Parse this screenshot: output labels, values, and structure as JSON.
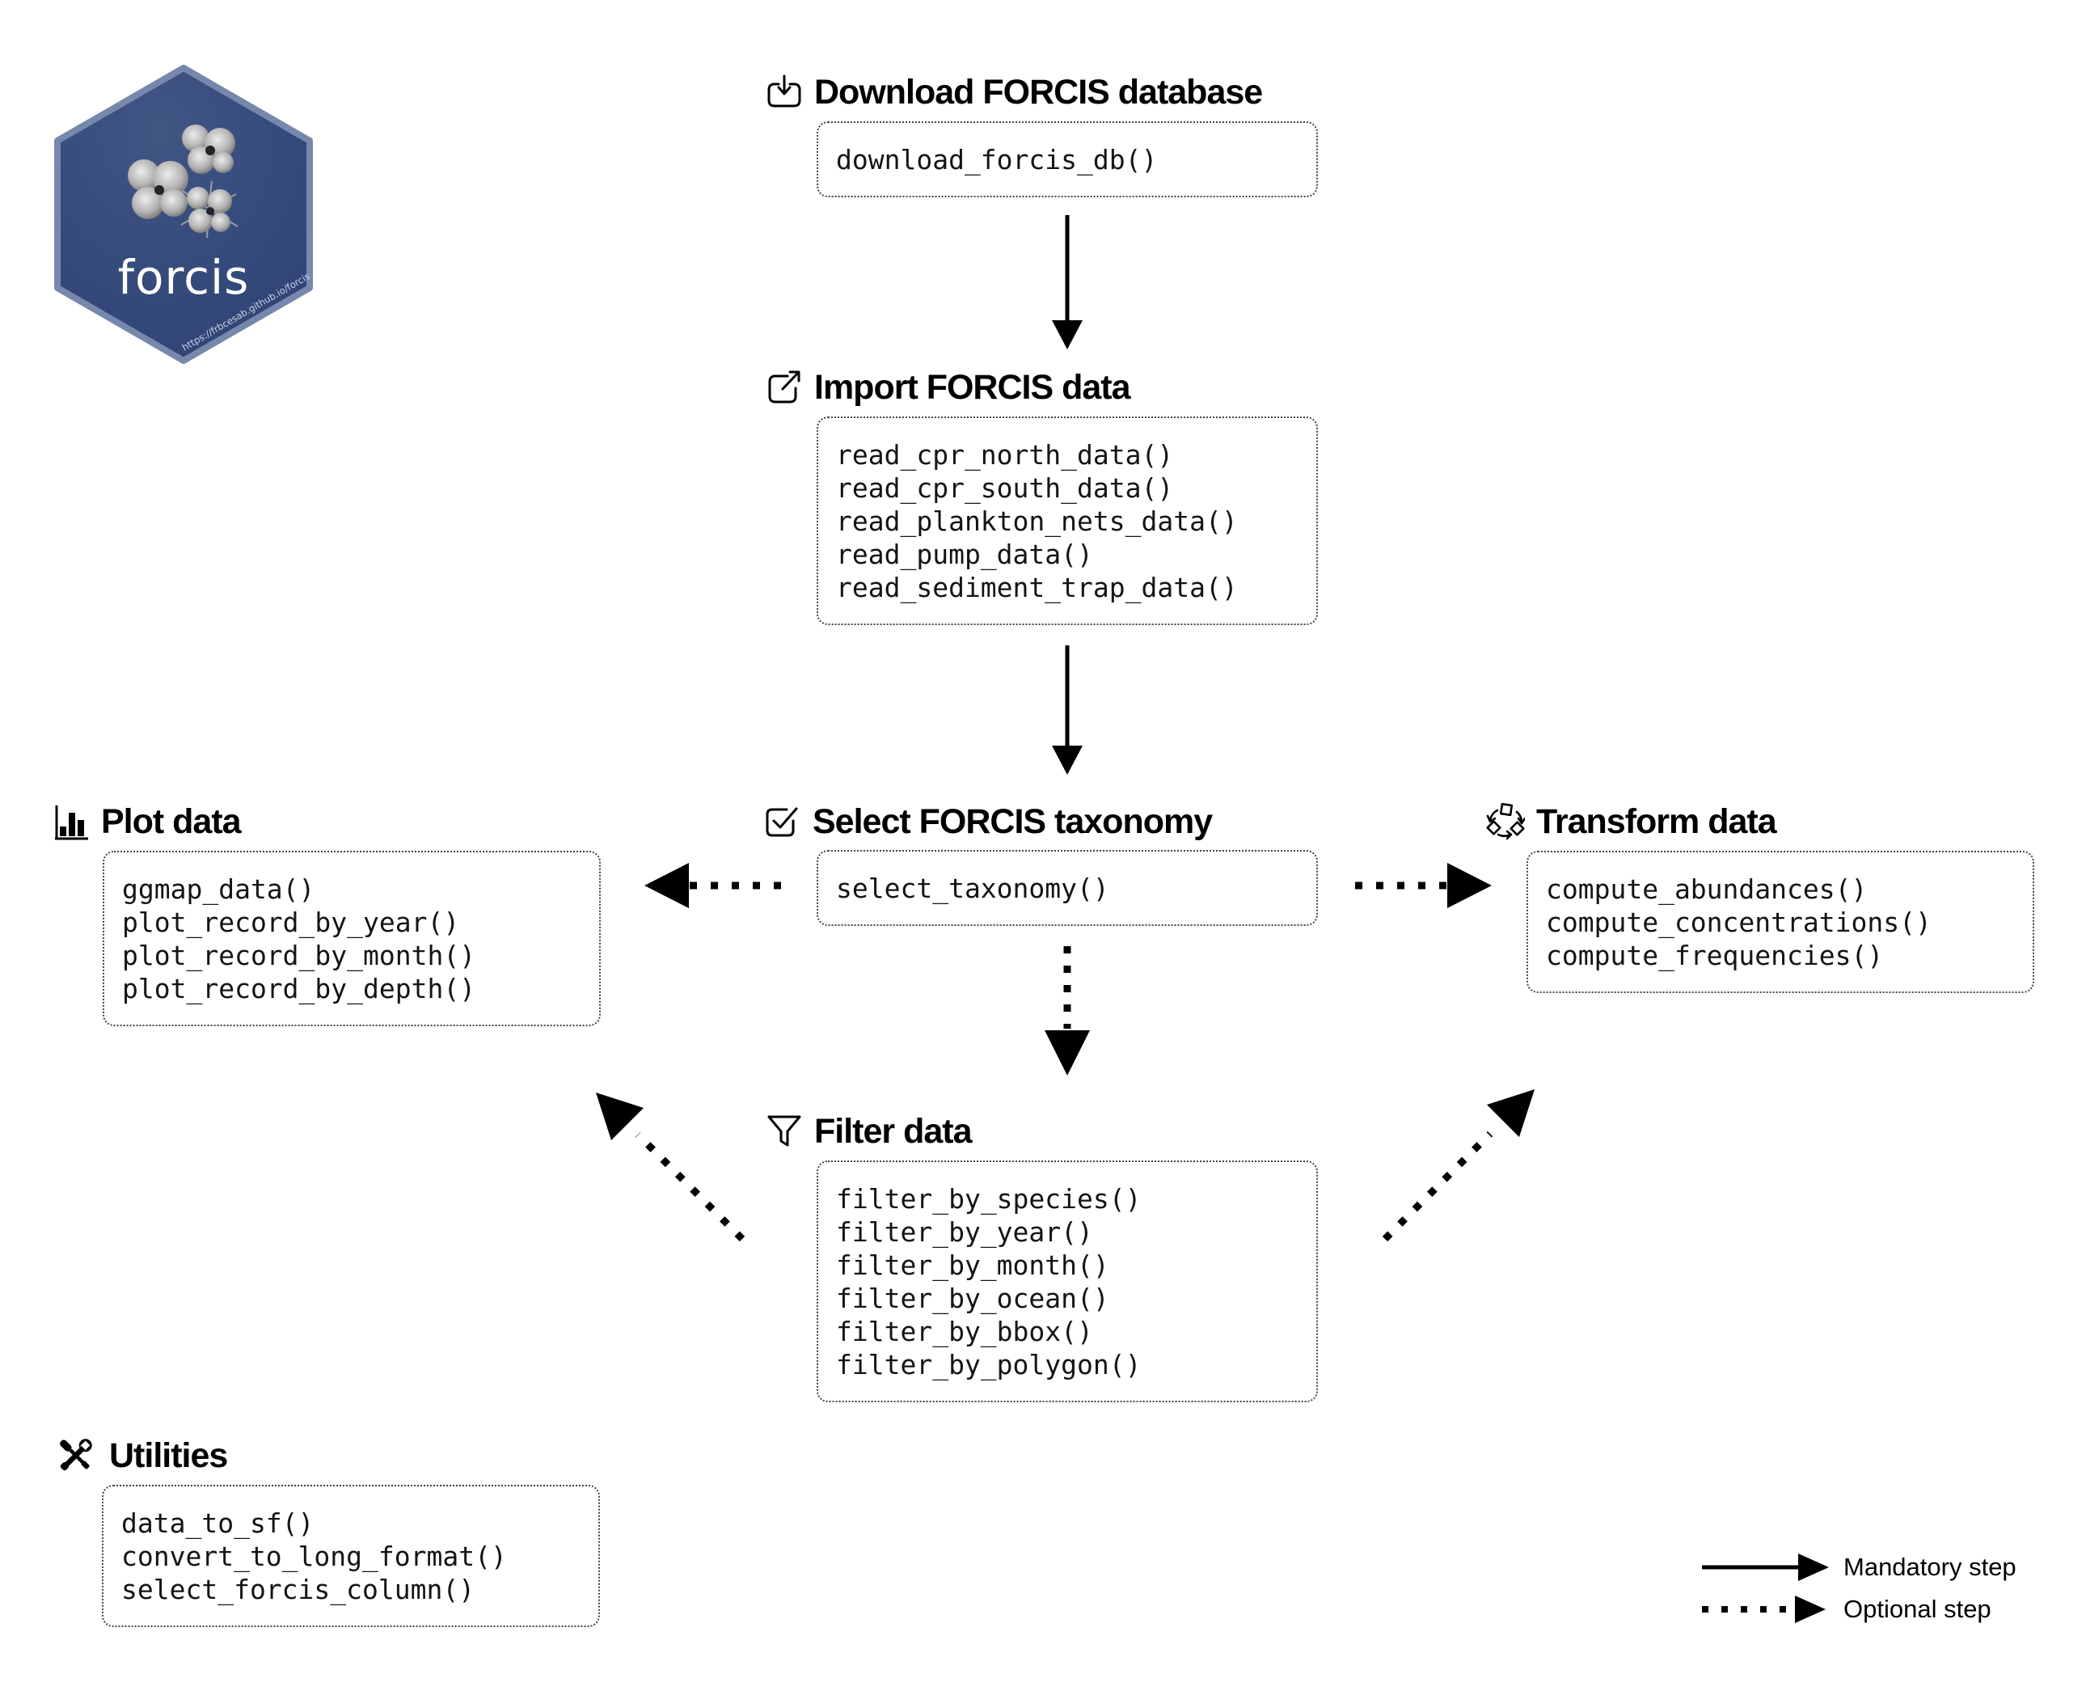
{
  "logo": {
    "label": "forcis",
    "url_text": "https://frbcesab.github.io/forcis",
    "hex_fill": "#34497b",
    "hex_border": "#7788ad"
  },
  "sections": {
    "download": {
      "title": "Download FORCIS database",
      "icon": "tray-arrow-down",
      "functions": [
        "download_forcis_db()"
      ]
    },
    "import": {
      "title": "Import FORCIS data",
      "icon": "export-arrow",
      "functions": [
        "read_cpr_north_data()",
        "read_cpr_south_data()",
        "read_plankton_nets_data()",
        "read_pump_data()",
        "read_sediment_trap_data()"
      ]
    },
    "select": {
      "title": "Select FORCIS taxonomy",
      "icon": "checkbox-check",
      "functions": [
        "select_taxonomy()"
      ]
    },
    "plot": {
      "title": "Plot data",
      "icon": "bar-chart",
      "functions": [
        "ggmap_data()",
        "plot_record_by_year()",
        "plot_record_by_month()",
        "plot_record_by_depth()"
      ]
    },
    "transform": {
      "title": "Transform data",
      "icon": "recycle-cycle",
      "functions": [
        "compute_abundances()",
        "compute_concentrations()",
        "compute_frequencies()"
      ]
    },
    "filter": {
      "title": "Filter data",
      "icon": "funnel",
      "functions": [
        "filter_by_species()",
        "filter_by_year()",
        "filter_by_month()",
        "filter_by_ocean()",
        "filter_by_bbox()",
        "filter_by_polygon()"
      ]
    },
    "utilities": {
      "title": "Utilities",
      "icon": "crossed-tools",
      "functions": [
        "data_to_sf()",
        "convert_to_long_format()",
        "select_forcis_column()"
      ]
    }
  },
  "legend": {
    "mandatory_label": "Mandatory step",
    "optional_label": "Optional step"
  },
  "colors": {
    "arrow": "#000000",
    "box_border": "#444444",
    "code_text": "#141414"
  }
}
